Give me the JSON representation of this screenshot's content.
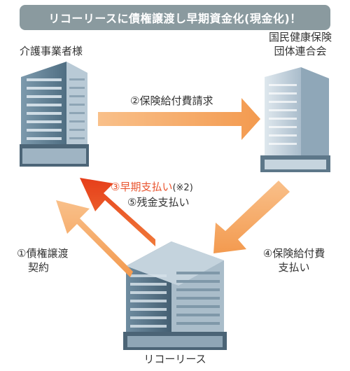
{
  "title": "リコーリースに債権譲渡し早期資金化(現金化)！",
  "nodes": {
    "provider": "介護事業者様",
    "insurer_line1": "国民健康保険",
    "insurer_line2": "団体連合会",
    "ricoh": "リコーリース"
  },
  "steps": {
    "s1_line1": "①債権譲渡",
    "s1_line2": "契約",
    "s2": "②保険給付費請求",
    "s3": "③早期支払い",
    "s3_note": "(※2)",
    "s4_line1": "④保険給付費",
    "s4_line2": "支払い",
    "s5": "⑤残金支払い"
  },
  "colors": {
    "arrow_orange": "#f5a25f",
    "arrow_red": "#ec4e1f",
    "title_bg": "#8a9a9f",
    "building_blue": "#5f7d8f"
  }
}
